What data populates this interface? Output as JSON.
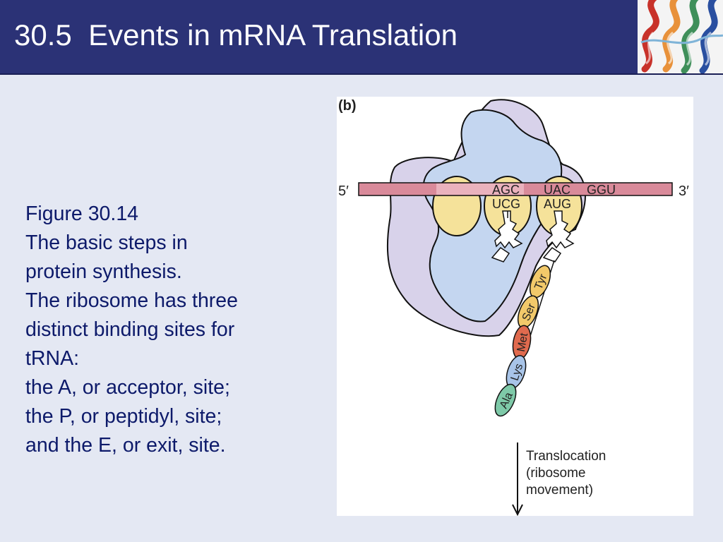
{
  "slide": {
    "title": "30.5  Events in mRNA Translation"
  },
  "caption": {
    "lines": [
      "Figure 30.14",
      "The basic steps in",
      "protein synthesis.",
      "The ribosome has three",
      "distinct binding sites for",
      "tRNA:",
      "the A, or acceptor, site;",
      "the P, or peptidyl, site;",
      "and the E, or exit, site."
    ]
  },
  "figure": {
    "panel_label": "(b)",
    "mrna": {
      "five_prime": "5′",
      "three_prime": "3′"
    },
    "codons": [
      "AGC",
      "UAC",
      "GGU"
    ],
    "anticodons": [
      "UCG",
      "AUG"
    ],
    "amino_acids": [
      "Tyr",
      "Ser",
      "Met",
      "Lys",
      "Ala"
    ],
    "translocation": {
      "line1": "Translocation",
      "line2": "(ribosome",
      "line3": "movement)"
    },
    "colors": {
      "header": "#2b3276",
      "background": "#e4e8f3",
      "caption_text": "#0d1a6a",
      "ribosome_large": "#c4d6f0",
      "ribosome_small": "#d8d2ea",
      "binding_site": "#f5e29a",
      "mrna": "#d98a9a",
      "tyr": "#f2c96a",
      "ser": "#f2c96a",
      "met": "#e06a4e",
      "lys": "#a8c4e8",
      "ala": "#7ec9a8"
    },
    "icons": [
      "protein-helix-thumbnail",
      "down-arrow-icon"
    ]
  }
}
